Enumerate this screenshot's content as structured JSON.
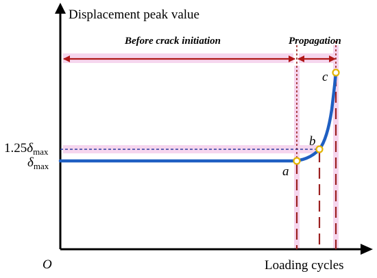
{
  "y_axis_label": "Displacement peak value",
  "x_axis_label": "Loading cycles",
  "origin_label": "O",
  "phase_before": "Before crack initiation",
  "phase_propagation": "Propagation",
  "level_high_coef": "1.25",
  "level_symbol": "δ",
  "level_sub": "max",
  "point_a": "a",
  "point_b": "b",
  "point_c": "c",
  "colors": {
    "curve": "#1f5fc2",
    "arrow": "#b01818",
    "highlight": "#f6d6ee",
    "marker_stroke": "#e2b400",
    "dashed_vertical": "#9b2020",
    "dashed_horizontal": "#2a3aa0"
  }
}
